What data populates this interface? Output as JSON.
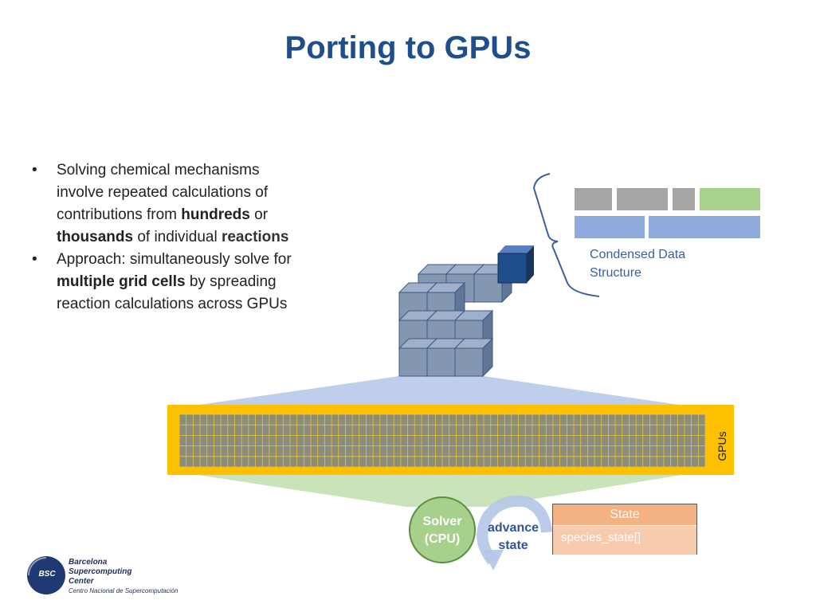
{
  "slide": {
    "title": "Porting to GPUs"
  },
  "bullets": [
    {
      "parts": [
        "Solving chemical mechanisms involve repeated calculations of contributions from ",
        "hundreds",
        " or ",
        "thousands",
        " of individual ",
        "reactions"
      ]
    },
    {
      "parts": [
        "Approach: simultaneously solve for ",
        "multiple grid cells",
        " by spreading reaction calculations across GPUs"
      ]
    }
  ],
  "diagram": {
    "condensed_label_line1": "Condensed Data",
    "condensed_label_line2": "Structure",
    "gpus_label": "GPUs",
    "solver_line1": "Solver",
    "solver_line2": "(CPU)",
    "advance_line1": "advance",
    "advance_line2": "state",
    "state_header": "State",
    "state_field": "species_state[]",
    "colors": {
      "gray_block": "#a6a6a6",
      "green_block": "#a9d18e",
      "blue_block": "#8faadc",
      "gpu_bar": "#ffc000",
      "cube": "#8497b0",
      "highlight_cube": "#1f4e8c"
    }
  },
  "logo": {
    "badge": "BSC",
    "line1": "Barcelona",
    "line2": "Supercomputing",
    "line3": "Center",
    "line4": "Centro Nacional de Supercomputación"
  }
}
